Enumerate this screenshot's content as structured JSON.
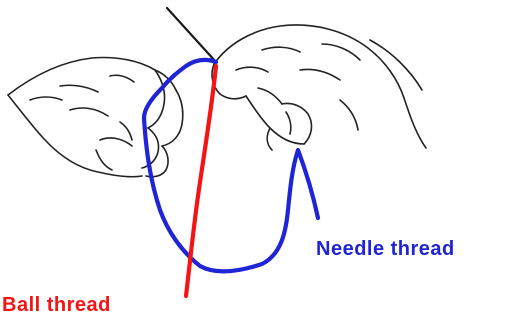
{
  "labels": {
    "needle_thread": "Needle thread",
    "ball_thread": "Ball thread"
  },
  "colors": {
    "needle_thread": "#1f24d6",
    "ball_thread": "#f41414",
    "outline": "#222222",
    "background": "#ffffff"
  },
  "figure": {
    "subject": "two hands holding a needle with two threads",
    "threads": [
      "needle-thread",
      "ball-thread"
    ],
    "objects": [
      "left-hand",
      "right-hand",
      "needle"
    ]
  }
}
